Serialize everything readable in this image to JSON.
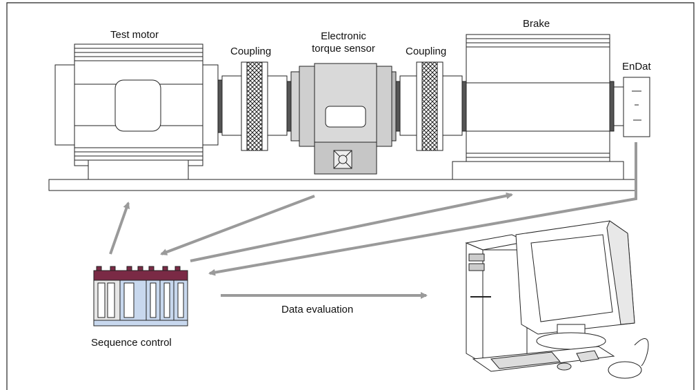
{
  "labels": {
    "test_motor": "Test motor",
    "coupling_left": "Coupling",
    "torque_sensor_line1": "Electronic",
    "torque_sensor_line2": "torque sensor",
    "coupling_right": "Coupling",
    "brake": "Brake",
    "endat": "EnDat",
    "data_evaluation": "Data evaluation",
    "sequence_control": "Sequence control"
  },
  "colors": {
    "arrow": "#9a9a9a",
    "outline": "#1a1a1a",
    "sensor_fill": "#d4d4d4",
    "controller_top": "#7a2a45",
    "controller_light": "#c8d8ee"
  }
}
